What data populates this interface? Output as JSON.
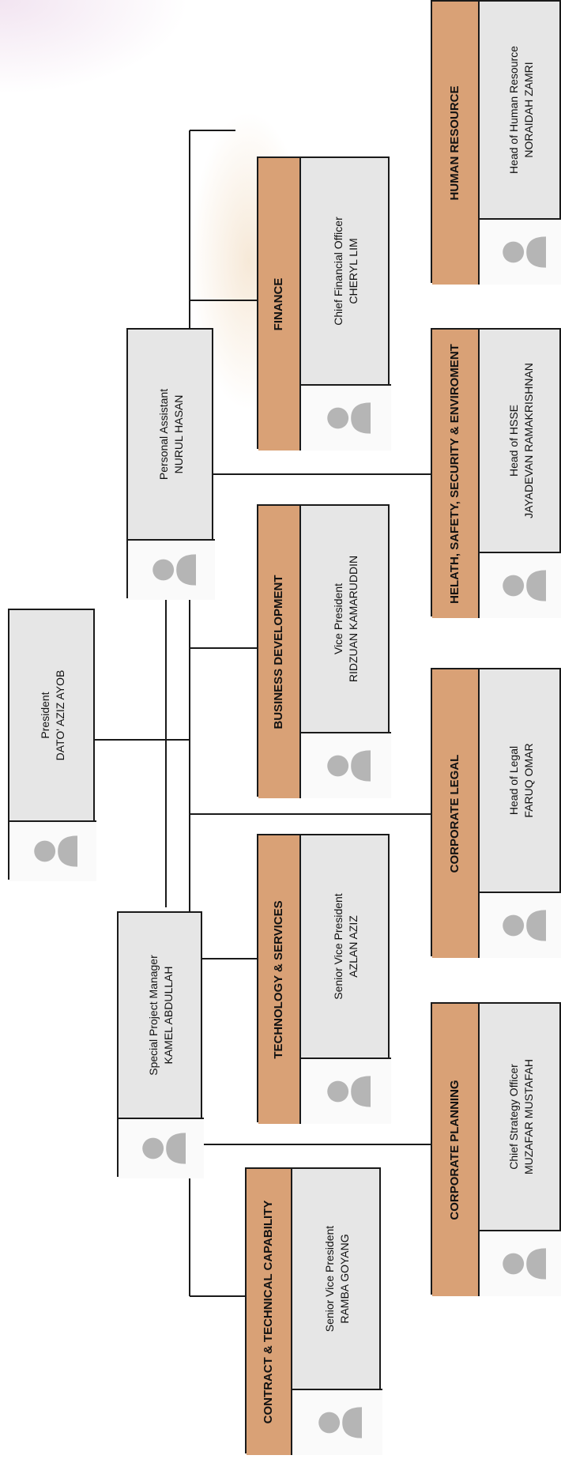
{
  "president": {
    "role": "President",
    "name": "DATO' AZIZ AYOB"
  },
  "assistant": {
    "role": "Personal Assistant",
    "name": "NURUL HASAN"
  },
  "special_project": {
    "role": "Special Project Manager",
    "name": "KAMEL ABDULLAH"
  },
  "departments": {
    "contract": {
      "title": "CONTRACT & TECHNICAL CAPABILITY",
      "role": "Senior Vice President",
      "name": "RAMBA GOYANG"
    },
    "technology": {
      "title": "TECHNOLOGY & SERVICES",
      "role": "Senior Vice President",
      "name": "AZLAN AZIZ"
    },
    "business": {
      "title": "BUSINESS DEVELOPMENT",
      "role": "Vice President",
      "name": "RIDZUAN KAMARUDDIN"
    },
    "finance": {
      "title": "FINANCE",
      "role": "Chief Financial Officer",
      "name": "CHERYL LIM"
    },
    "planning": {
      "title": "CORPORATE PLANNING",
      "role": "Chief Strategy Officer",
      "name": "MUZAFAR MUSTAFAH"
    },
    "legal": {
      "title": "CORPORATE LEGAL",
      "role": "Head of Legal",
      "name": "FARUQ OMAR"
    },
    "hsse": {
      "title": "HELATH, SAFETY, SECURITY & ENVIROMENT",
      "role": "Head of HSSE",
      "name": "JAYADEVAN RAMAKRISHNAN"
    },
    "hr": {
      "title": "HUMAN RESOURCE",
      "role": "Head of Human Resource",
      "name": "NORAIDAH ZAMRI"
    }
  },
  "colors": {
    "header": "#d9a176",
    "card": "#e6e6e6",
    "line": "#1a1a1a"
  },
  "icons": {
    "photo": "person-portrait-icon"
  }
}
